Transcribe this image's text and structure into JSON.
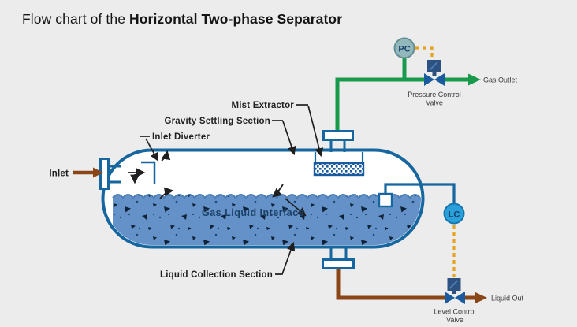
{
  "title": {
    "prefix": "Flow chart of the ",
    "bold": "Horizontal Two-phase Separator"
  },
  "labels": {
    "mist_extractor": "Mist Extractor",
    "gravity_settling": "Gravity Settling Section",
    "inlet_diverter": "Inlet Diverter",
    "inlet": "Inlet",
    "gas_liquid_interface": "Gas Liquid Interface",
    "liquid_collection": "Liquid Collection Section",
    "gas_outlet": "Gas Outlet",
    "liquid_out": "Liquid Out",
    "pressure_valve_line1": "Pressure Control",
    "pressure_valve_line2": "Valve",
    "level_valve_line1": "Level Control",
    "level_valve_line2": "Valve",
    "pc_tag": "PC",
    "lc_tag": "LC"
  },
  "colors": {
    "background": "#ececec",
    "vessel_outline": "#16669f",
    "liquid": "#6492c8",
    "gas_pipe_green": "#179a4b",
    "liquid_pipe_brown": "#8a4616",
    "signal_orange": "#e6a31f",
    "valve_blue": "#1a5a9e",
    "actuator_navy": "#2d5180",
    "pc_controller_fill": "#93b8bc",
    "lc_controller_fill": "#29a0da",
    "label_text": "#1f1f1f"
  }
}
